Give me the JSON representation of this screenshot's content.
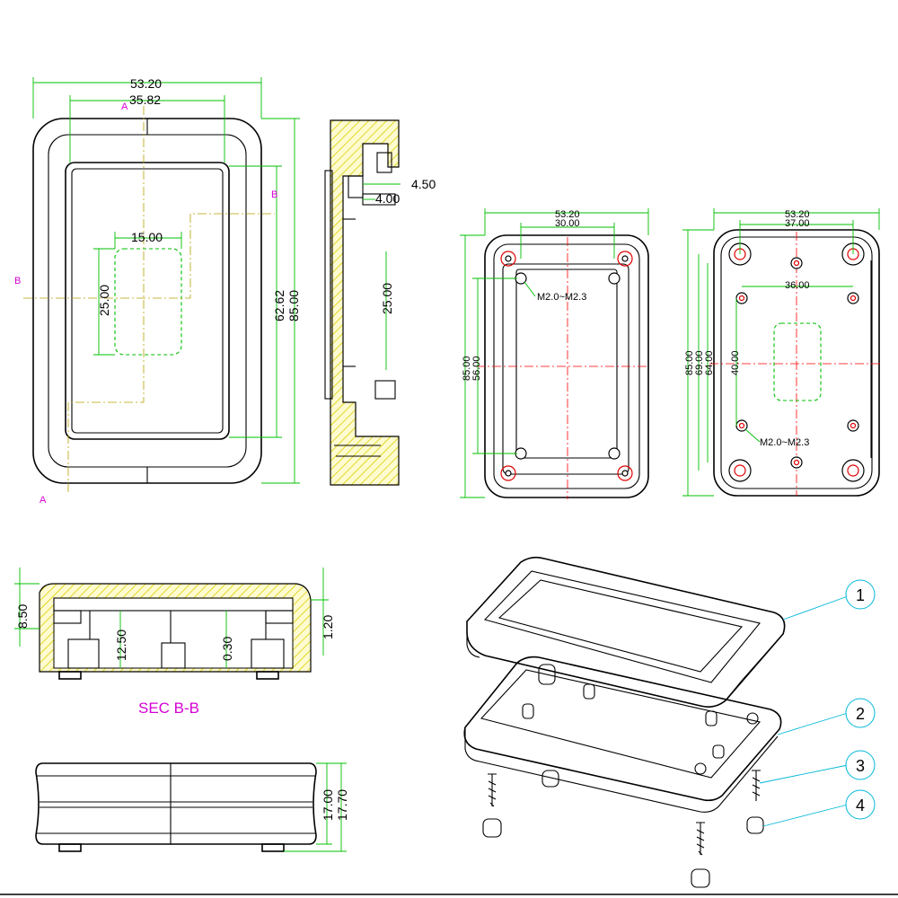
{
  "front_view": {
    "dims": {
      "width": "53.20",
      "inner_width": "35.82",
      "window_width": "15.00",
      "window_height": "25.00",
      "inner_height": "62.62",
      "height": "85.00"
    },
    "markers": {
      "a_top": "A",
      "a_bottom": "A",
      "b_left": "B",
      "b_right": "B"
    }
  },
  "side_section": {
    "dims": {
      "wall": "4.50",
      "step": "4.00",
      "window": "25.00"
    }
  },
  "inside_view": {
    "dims": {
      "width": "53.20",
      "holes_x": "30.00",
      "height": "85.00",
      "holes_y": "56.00"
    },
    "screw_label": "M2.0~M2.3"
  },
  "bottom_view": {
    "dims": {
      "width": "53.20",
      "holes_x": "37.00",
      "inner_x": "36.00",
      "height": "85.00",
      "h2": "69.00",
      "h3": "64.00",
      "inner_y": "40.00"
    },
    "screw_label": "M2.0~M2.3"
  },
  "section_bb": {
    "dims": {
      "depth": "8.50",
      "inner": "12.50",
      "gap": "0.30",
      "lip": "1.20"
    },
    "title": "SEC B-B"
  },
  "side_view": {
    "dims": {
      "h1": "17.00",
      "h2": "17.70"
    }
  },
  "exploded_view": {
    "callouts": [
      "1",
      "2",
      "3",
      "4"
    ]
  },
  "colors": {
    "dimension": "#00c000",
    "marker": "#d400d4",
    "centerline": "#ff0000",
    "leader": "#00b8d8",
    "hatch": "#d8d000"
  }
}
